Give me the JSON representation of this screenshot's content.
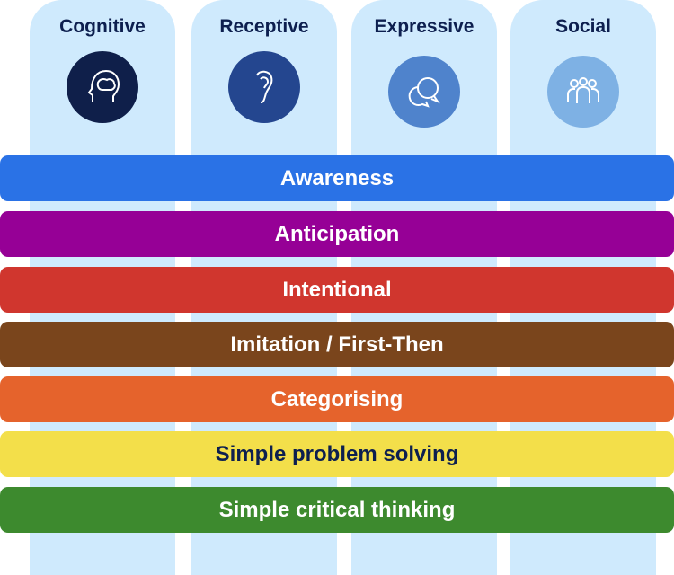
{
  "columns": [
    {
      "title": "Cognitive",
      "icon": "brain-head-icon",
      "color": "#0f1f4a"
    },
    {
      "title": "Receptive",
      "icon": "ear-icon",
      "color": "#24468f"
    },
    {
      "title": "Expressive",
      "icon": "speech-bubbles-icon",
      "color": "#4f83cc"
    },
    {
      "title": "Social",
      "icon": "people-group-icon",
      "color": "#7eb1e4"
    }
  ],
  "levels": [
    {
      "label": "Awareness",
      "color": "#2a72e6",
      "text_color": "#ffffff"
    },
    {
      "label": "Anticipation",
      "color": "#960096",
      "text_color": "#ffffff"
    },
    {
      "label": "Intentional",
      "color": "#d0362e",
      "text_color": "#ffffff"
    },
    {
      "label": "Imitation / First-Then",
      "color": "#7a451c",
      "text_color": "#ffffff"
    },
    {
      "label": "Categorising",
      "color": "#e5632c",
      "text_color": "#ffffff"
    },
    {
      "label": "Simple problem solving",
      "color": "#f3df4a",
      "text_color": "#0d1f4f"
    },
    {
      "label": "Simple critical thinking",
      "color": "#3d8a2e",
      "text_color": "#ffffff"
    }
  ]
}
